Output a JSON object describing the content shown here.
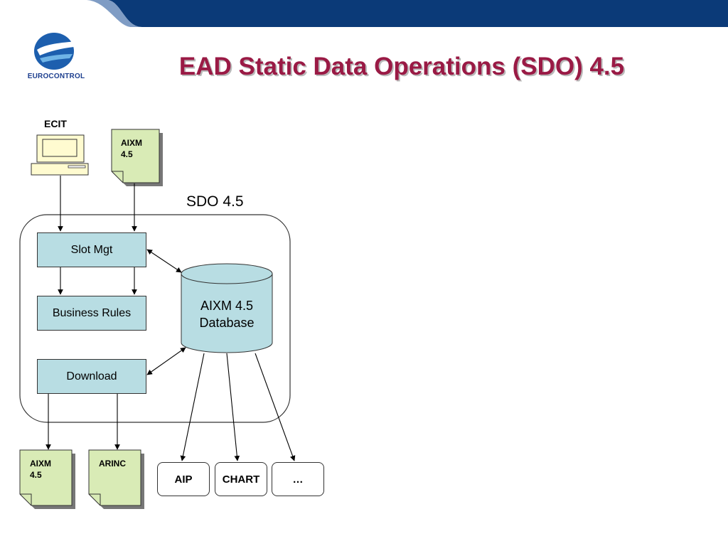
{
  "header": {
    "logo_text": "EUROCONTROL",
    "title": "EAD Static Data Operations (SDO) 4.5"
  },
  "diagram": {
    "ecit_label": "ECIT",
    "input_doc": {
      "line1": "AIXM",
      "line2": "4.5"
    },
    "container_label": "SDO 4.5",
    "slot_mgt": "Slot Mgt",
    "business_rules": "Business Rules",
    "download": "Download",
    "database": {
      "line1": "AIXM 4.5",
      "line2": "Database"
    },
    "output_doc_aixm": {
      "line1": "AIXM",
      "line2": "4.5"
    },
    "output_doc_arinc": "ARINC",
    "outputs": [
      "AIP",
      "CHART",
      "…"
    ]
  },
  "colors": {
    "header_band": "#0b3a78",
    "title": "#9a1a45",
    "process_box": "#b8dde3",
    "document": "#d9ebb6",
    "logo_blue": "#1d5fae"
  }
}
